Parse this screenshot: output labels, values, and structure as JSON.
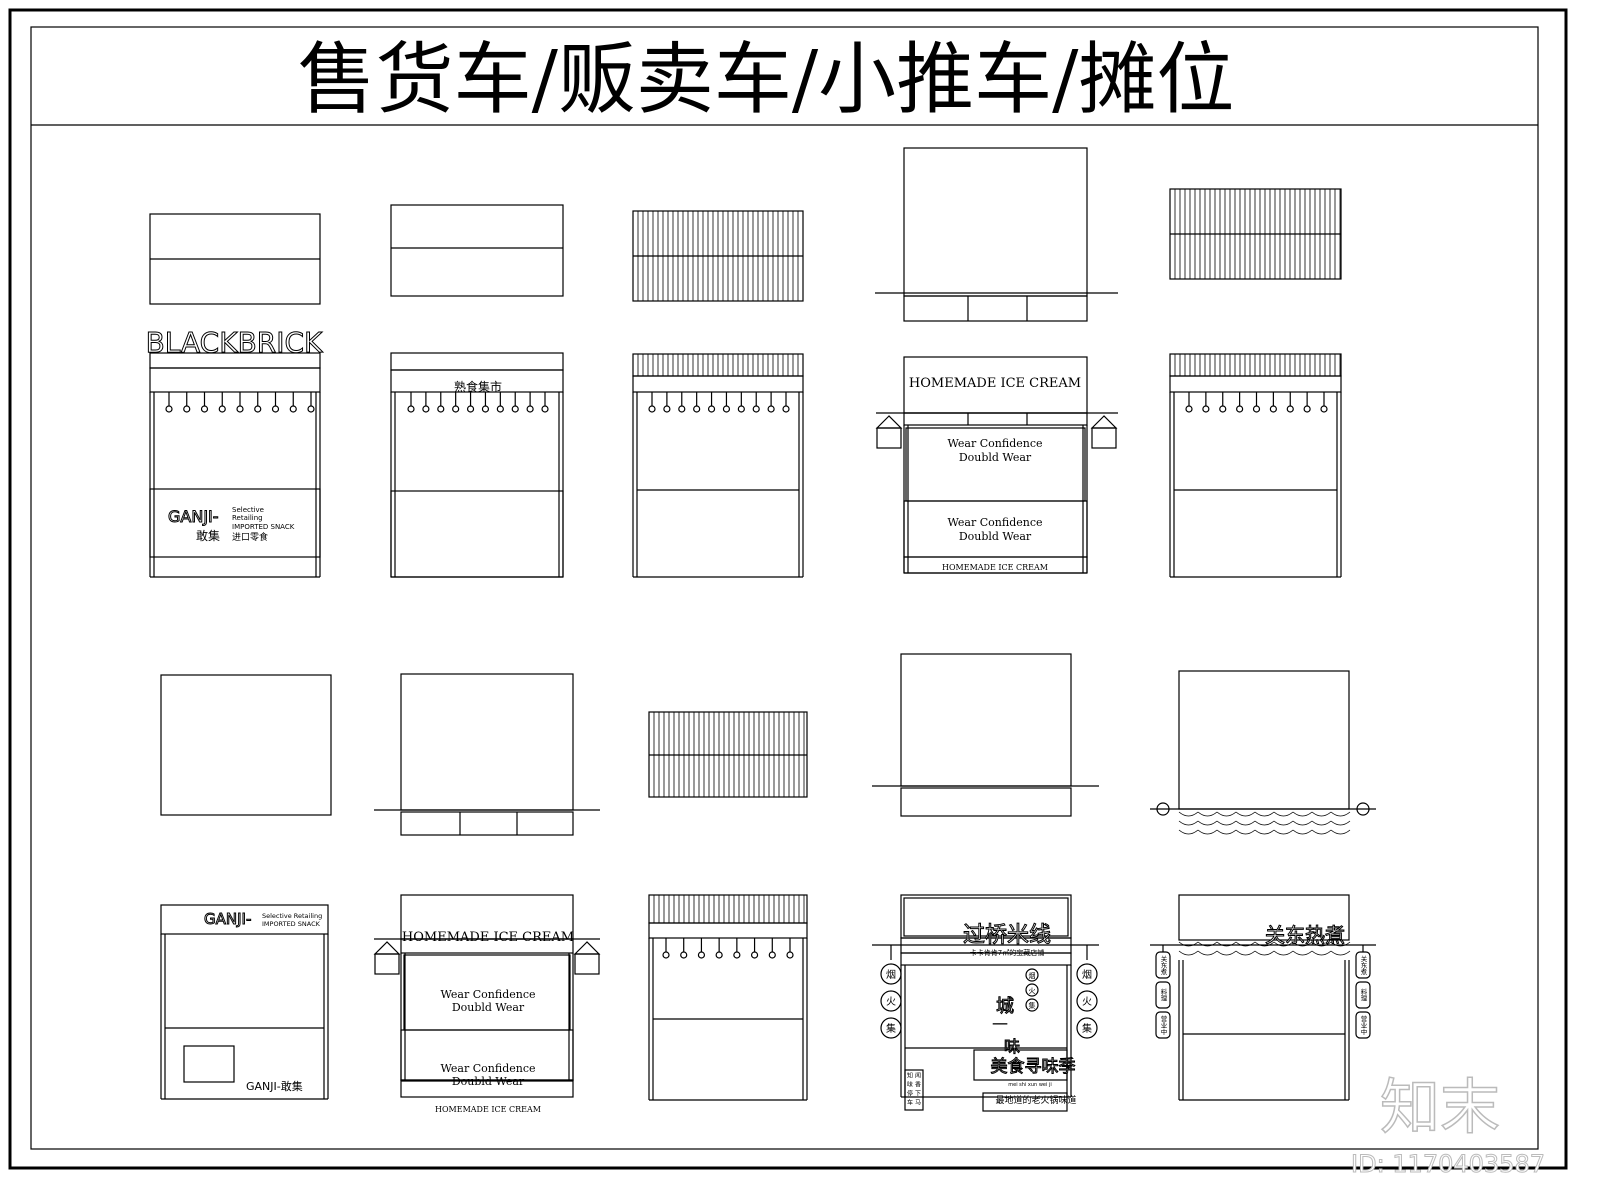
{
  "sheet": {
    "title": "售货车/贩卖车/小推车/摊位",
    "watermark_logo": "知末",
    "id_label": "ID: 1170403587"
  },
  "carts": {
    "blackbrick": {
      "sign": "BLACKBRICK",
      "brand": "GANJI-",
      "brand_cn": "敢集",
      "line1": "Selective",
      "line2": "Retailing",
      "line3": "IMPORTED SNACK",
      "line4": "进口零食"
    },
    "market": {
      "sign": "熟食集市"
    },
    "icecream_1": {
      "sign": "HOMEMADE ICE CREAM",
      "panel_a": [
        "Wear Confidence",
        "Doubld Wear"
      ],
      "panel_b": [
        "Wear Confidence",
        "Doubld Wear"
      ],
      "footer": "HOMEMADE ICE CREAM"
    },
    "ganji_2": {
      "sign_brand": "GANJI-",
      "sign_l1": "Selective Retailing",
      "sign_l2": "IMPORTED SNACK",
      "counter": "GANJI-敢集"
    },
    "icecream_2": {
      "sign": "HOMEMADE ICE CREAM",
      "panel_a": [
        "Wear Confidence",
        "Doubld Wear"
      ],
      "panel_b": [
        "Wear Confidence",
        "Doubld Wear"
      ],
      "footer": "HOMEMADE ICE CREAM"
    },
    "noodle": {
      "sign": "过桥米线",
      "subsign": "卡卡肯肯7㎡的宝藏店铺",
      "lantern": [
        "烟",
        "火",
        "集"
      ],
      "wall_chars": [
        "城",
        "一",
        "味"
      ],
      "banner": "美食寻味季",
      "pinyin": "mei shi xun wei ji",
      "slogan": "最地道的老火锅味道",
      "side_note": [
        "知",
        "味",
        "停",
        "车",
        "闻",
        "香",
        "下",
        "马"
      ]
    },
    "oden": {
      "sign": "关东热煮",
      "lantern_l": [
        "关东煮",
        "料理",
        "营业中"
      ],
      "lantern_r": [
        "关东煮",
        "料理",
        "营业中"
      ]
    }
  }
}
